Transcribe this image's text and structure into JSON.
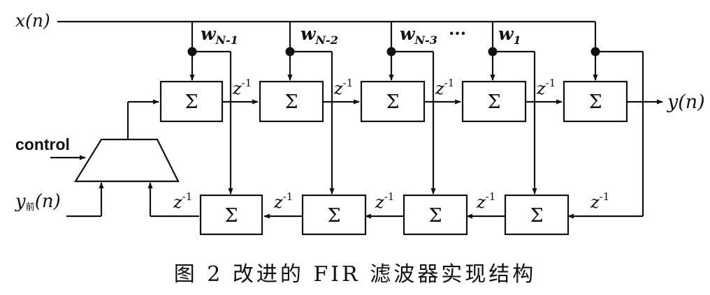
{
  "caption": "图 2   改进的 FIR 滤波器实现结构",
  "labels": {
    "x_input": "x(n)",
    "y_output": "y(n)",
    "control": "control",
    "y_prev": "y",
    "y_prev_sub": "前",
    "y_prev_suffix": "(n)",
    "sum_symbol": "Σ",
    "delay": "z",
    "delay_exp": "-1",
    "ellipsis": "···"
  },
  "weights": [
    {
      "base": "w",
      "sub": "N-1"
    },
    {
      "base": "w",
      "sub": "N-2"
    },
    {
      "base": "w",
      "sub": "N-3"
    },
    {
      "base": "w",
      "sub": "1"
    }
  ]
}
